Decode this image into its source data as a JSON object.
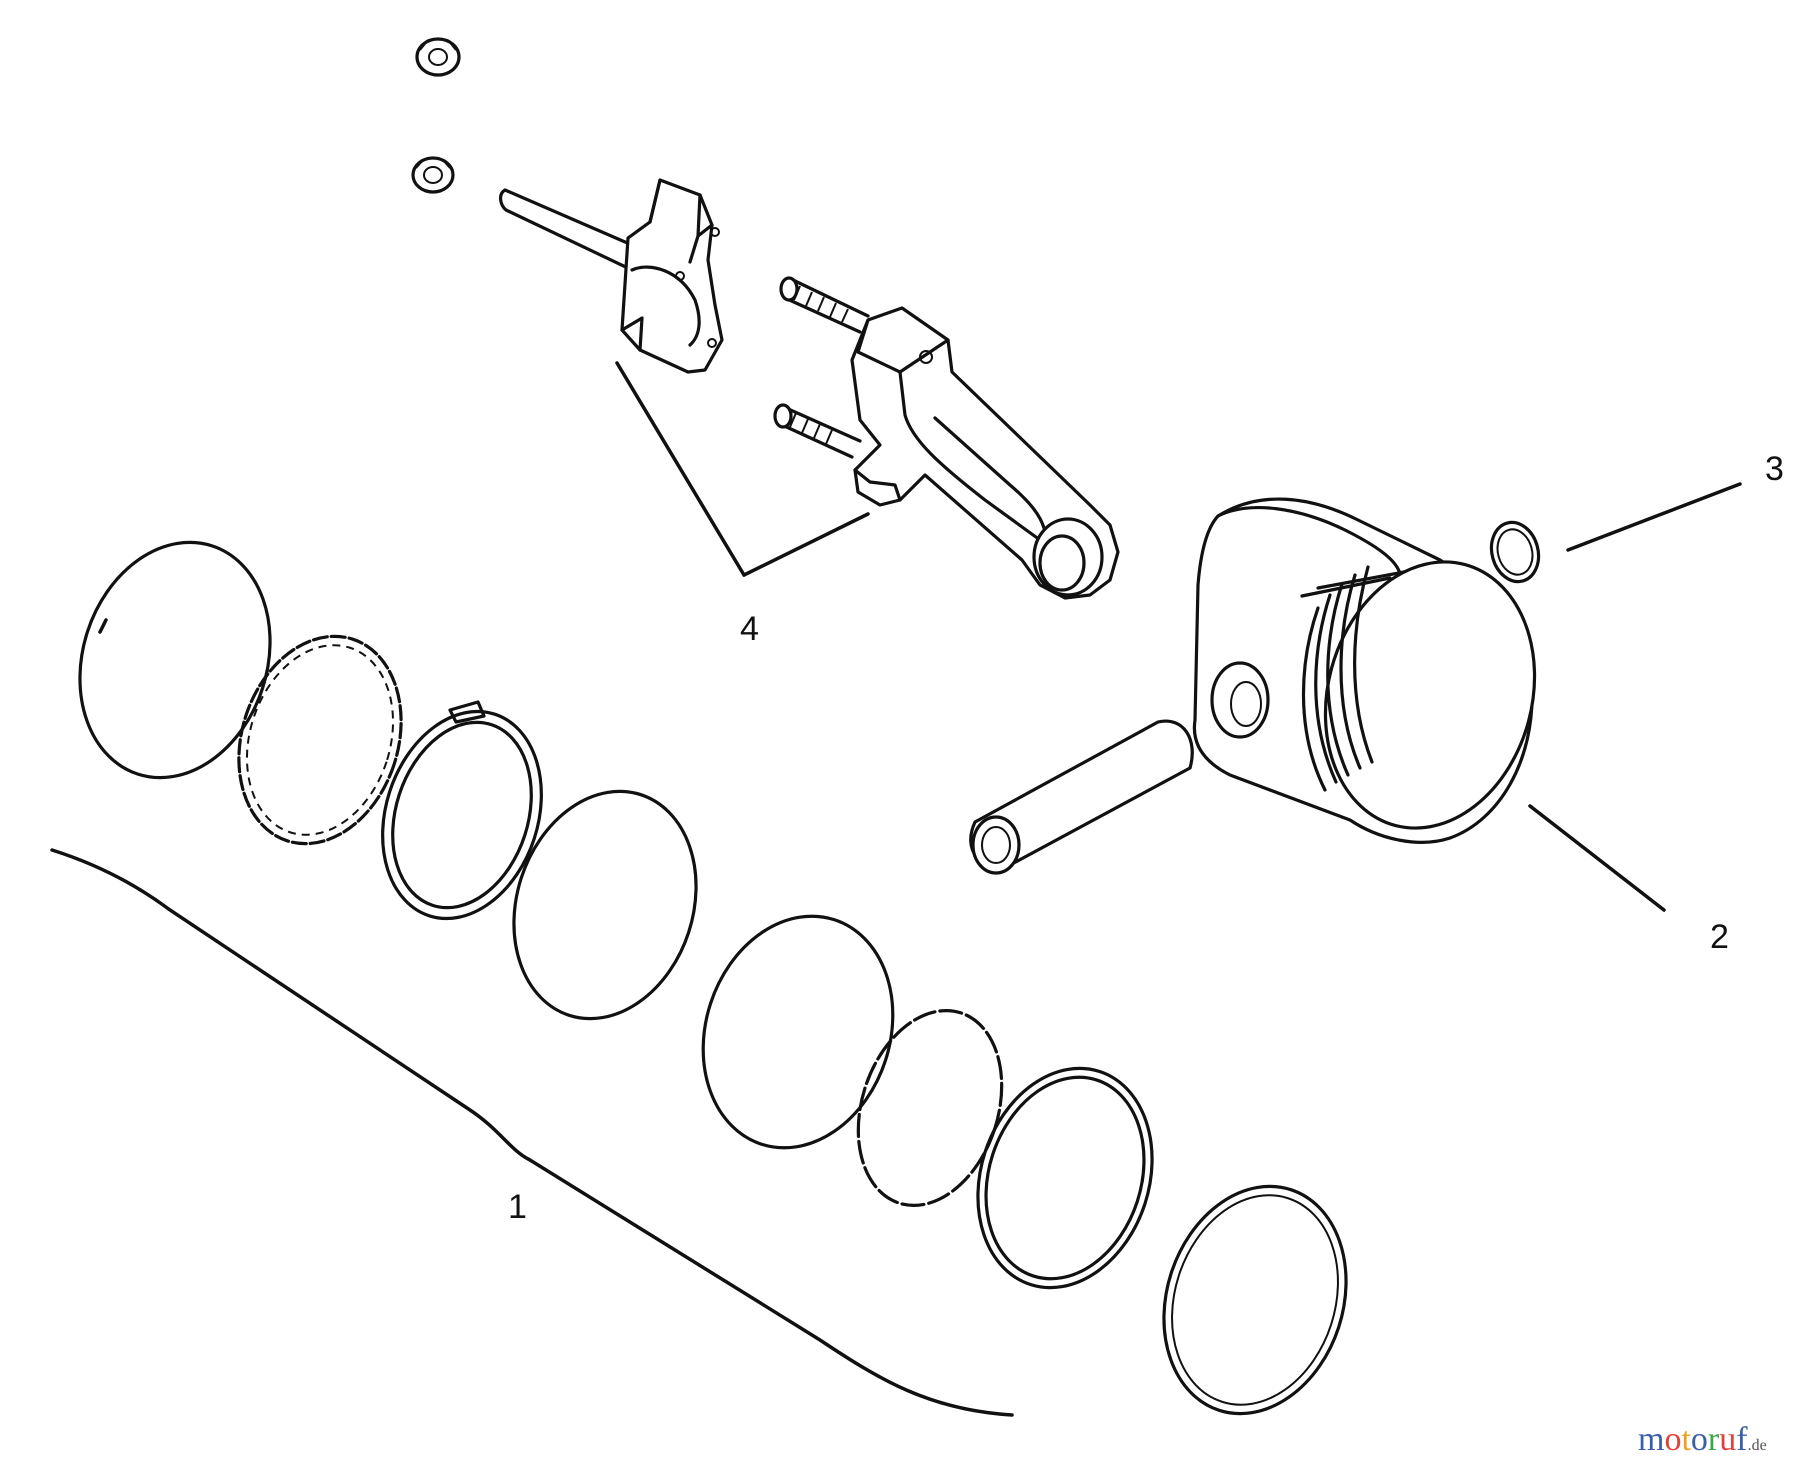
{
  "callouts": {
    "ring_set": "1",
    "piston": "2",
    "retainer": "3",
    "connecting_rod": "4"
  },
  "watermark": {
    "letters": [
      "m",
      "o",
      "t",
      "o",
      "r",
      "u",
      "f"
    ],
    "letter_colors": [
      "#3b5fa8",
      "#e2403a",
      "#f0a020",
      "#3b5fa8",
      "#3aa84a",
      "#e2403a",
      "#3b5fa8"
    ],
    "suffix": ".de",
    "suffix_color": "#555555"
  }
}
